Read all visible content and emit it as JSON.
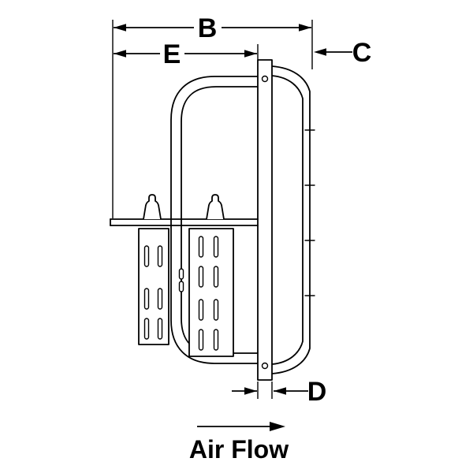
{
  "diagram": {
    "colors": {
      "line": "#000000",
      "background": "#ffffff"
    },
    "labels": {
      "dim_b": "B",
      "dim_e": "E",
      "dim_c": "C",
      "dim_d": "D",
      "air_flow": "Air Flow"
    }
  }
}
